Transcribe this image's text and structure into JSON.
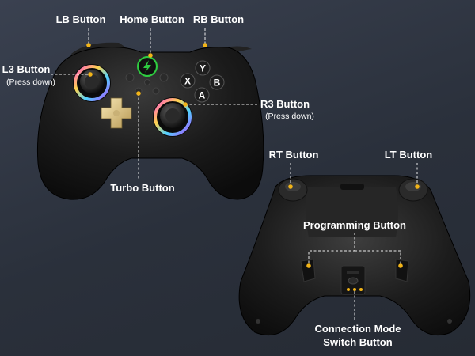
{
  "labels": {
    "lb": "LB Button",
    "home": "Home Button",
    "rb": "RB Button",
    "l3": "L3 Button",
    "l3_sub": "(Press down)",
    "r3": "R3 Button",
    "r3_sub": "(Press down)",
    "turbo": "Turbo Button",
    "rt": "RT Button",
    "lt": "LT Button",
    "programming": "Programming Button",
    "connection_line1": "Connection Mode",
    "connection_line2": "Switch Button"
  },
  "face_buttons": {
    "y": "Y",
    "x": "X",
    "b": "B",
    "a": "A"
  },
  "colors": {
    "background": "#2f3541",
    "controller_body": "#161616",
    "marker": "#f2b418",
    "home_glow": "#2ecc40",
    "dpad": "#d9c48c"
  },
  "icons": {
    "home": "lightning-bolt-icon"
  }
}
